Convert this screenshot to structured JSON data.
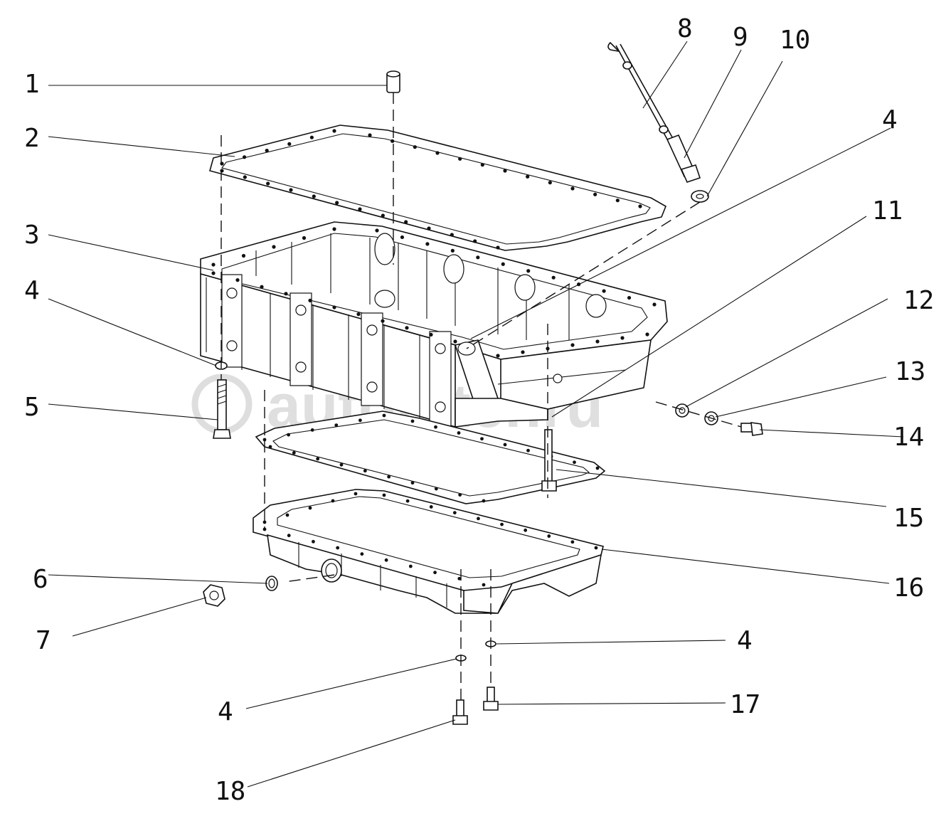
{
  "watermark": "autopiter.ru",
  "callouts": [
    {
      "text": "1"
    },
    {
      "text": "2"
    },
    {
      "text": "3"
    },
    {
      "text": "4"
    },
    {
      "text": "5"
    },
    {
      "text": "6"
    },
    {
      "text": "7"
    },
    {
      "text": "8"
    },
    {
      "text": "9"
    },
    {
      "text": "10"
    },
    {
      "text": "4"
    },
    {
      "text": "11"
    },
    {
      "text": "12"
    },
    {
      "text": "13"
    },
    {
      "text": "14"
    },
    {
      "text": "15"
    },
    {
      "text": "16"
    },
    {
      "text": "4"
    },
    {
      "text": "17"
    },
    {
      "text": "4"
    },
    {
      "text": "18"
    }
  ]
}
